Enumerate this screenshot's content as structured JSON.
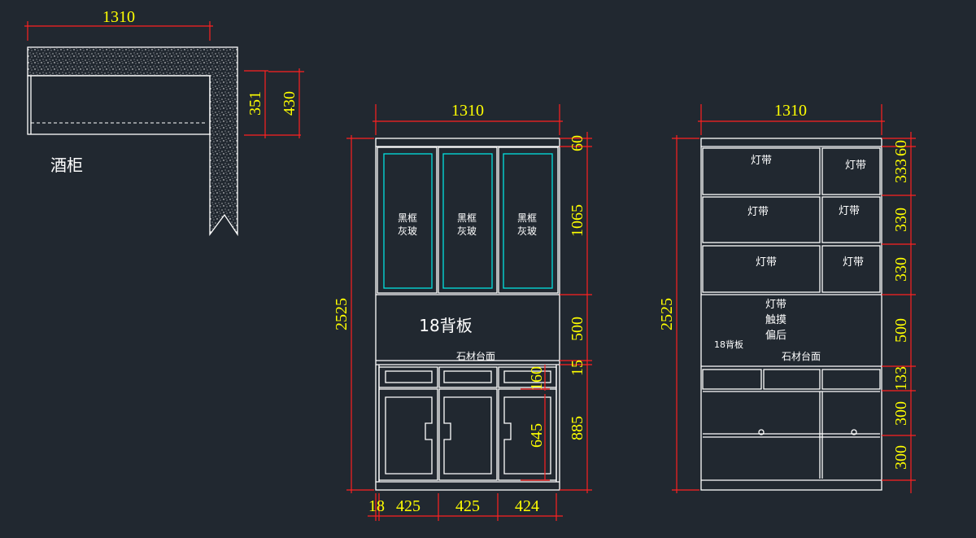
{
  "drawing": {
    "colors": {
      "background": "#212830",
      "lines": "#ffffff",
      "dimensions": "#ff2020",
      "dim_text": "#ffff00",
      "glass": "#00e0e0"
    }
  },
  "wine_cabinet": {
    "label": "酒柜",
    "dims": {
      "width": "1310",
      "depth_inner": "351",
      "depth_outer": "430"
    }
  },
  "front_elevation": {
    "dims": {
      "width": "1310",
      "height": "2525",
      "right": [
        "60",
        "1065",
        "500",
        "15",
        "885"
      ],
      "drawer": "160",
      "door": "645",
      "bottom": [
        "18",
        "425",
        "425",
        "424"
      ]
    },
    "glass_label_line1": "黑框",
    "glass_label_line2": "灰玻",
    "backboard_label": "18背板",
    "countertop_label": "石材台面"
  },
  "side_elevation": {
    "dims": {
      "width": "1310",
      "height": "2525",
      "right": [
        "60",
        "333",
        "330",
        "330",
        "500",
        "133",
        "300",
        "300"
      ]
    },
    "light_label": "灯带",
    "niche_labels": [
      "灯带",
      "触摸",
      "偏后"
    ],
    "backboard_label": "18背板",
    "countertop_label": "石材台面"
  }
}
